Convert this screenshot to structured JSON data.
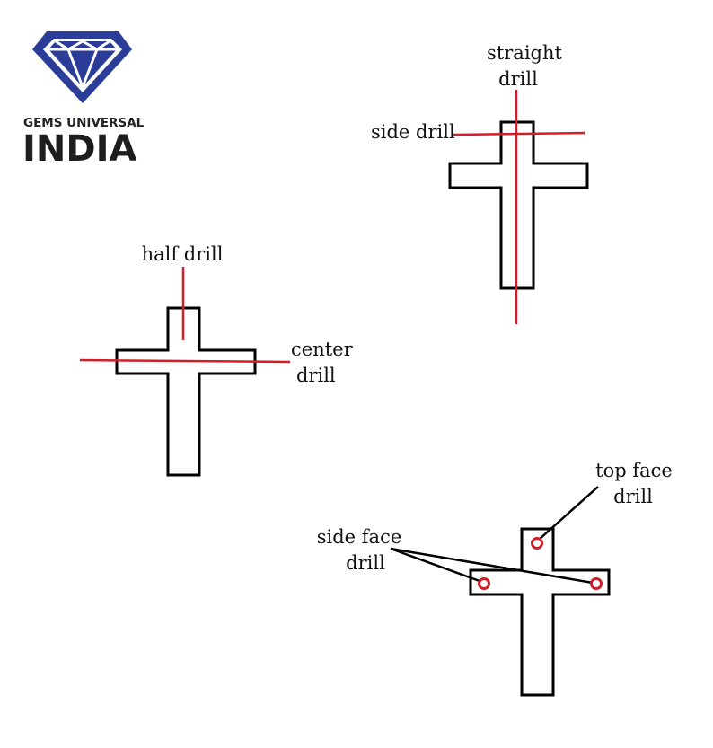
{
  "logo": {
    "line1": "GEMS UNIVERSAL",
    "line2": "INDIA",
    "icon": "diamond-icon",
    "color": "#2c3d99"
  },
  "diagrams": {
    "straight_side": {
      "straight_label_1": "straight",
      "straight_label_2": "drill",
      "side_label": "side drill"
    },
    "half_center": {
      "half_label": "half drill",
      "center_label_1": "center",
      "center_label_2": "drill"
    },
    "face": {
      "top_label_1": "top face",
      "top_label_2": "drill",
      "side_label_1": "side face",
      "side_label_2": "drill"
    }
  },
  "colors": {
    "drill_line": "#d01e2a",
    "outline": "#000000",
    "background": "#ffffff"
  }
}
